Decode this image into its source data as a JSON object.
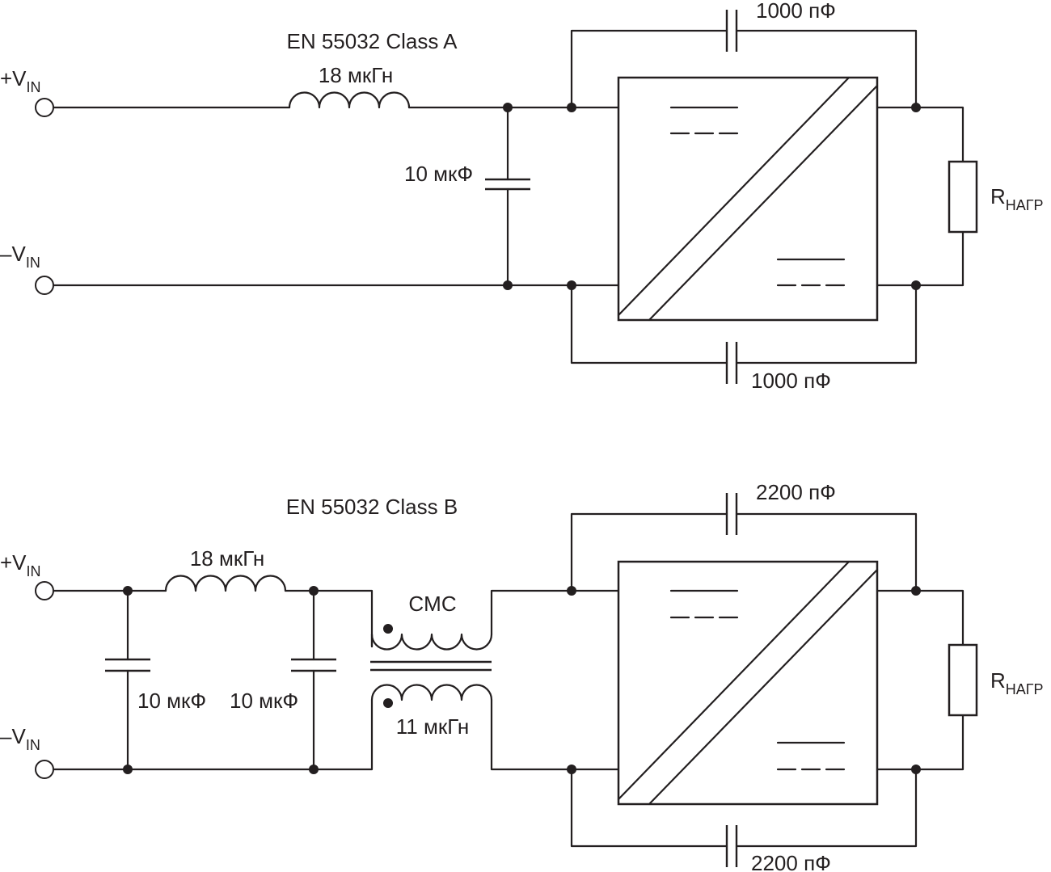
{
  "circuits": [
    {
      "title": "EN 55032 Class A",
      "inductor": "18 мкГн",
      "input_cap": "10 мкФ",
      "y_cap_top": "1000 пФ",
      "y_cap_bottom": "1000 пФ",
      "plus_vin": {
        "main": "+V",
        "sub": "IN"
      },
      "minus_vin": {
        "main": "–V",
        "sub": "IN"
      },
      "load": {
        "main": "R",
        "sub": "НАГР"
      }
    },
    {
      "title": "EN 55032 Class B",
      "inductor": "18 мкГн",
      "cap_left": "10 мкФ",
      "cap_right": "10 мкФ",
      "cmc_label": "CMC",
      "cmc_inductance": "11 мкГн",
      "y_cap_top": "2200 пФ",
      "y_cap_bottom": "2200 пФ",
      "plus_vin": {
        "main": "+V",
        "sub": "IN"
      },
      "minus_vin": {
        "main": "–V",
        "sub": "IN"
      },
      "load": {
        "main": "R",
        "sub": "НАГР"
      }
    }
  ]
}
